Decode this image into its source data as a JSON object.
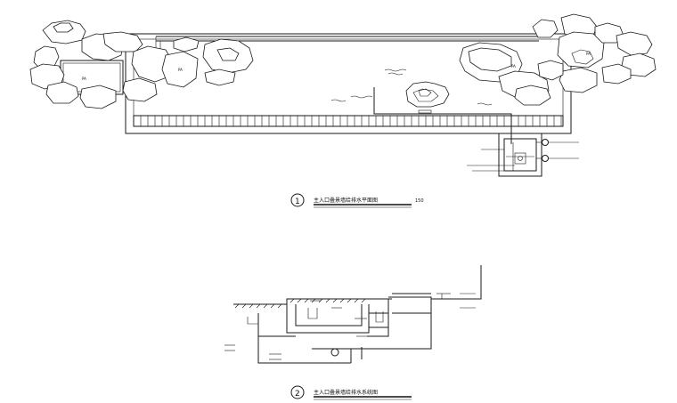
{
  "plan": {
    "area_label": "PA",
    "scale": "150",
    "title_number": "1",
    "title": "主入口叠景墙给排水平面图"
  },
  "section": {
    "title_number": "2",
    "title": "主入口叠景墙给排水系统图"
  }
}
